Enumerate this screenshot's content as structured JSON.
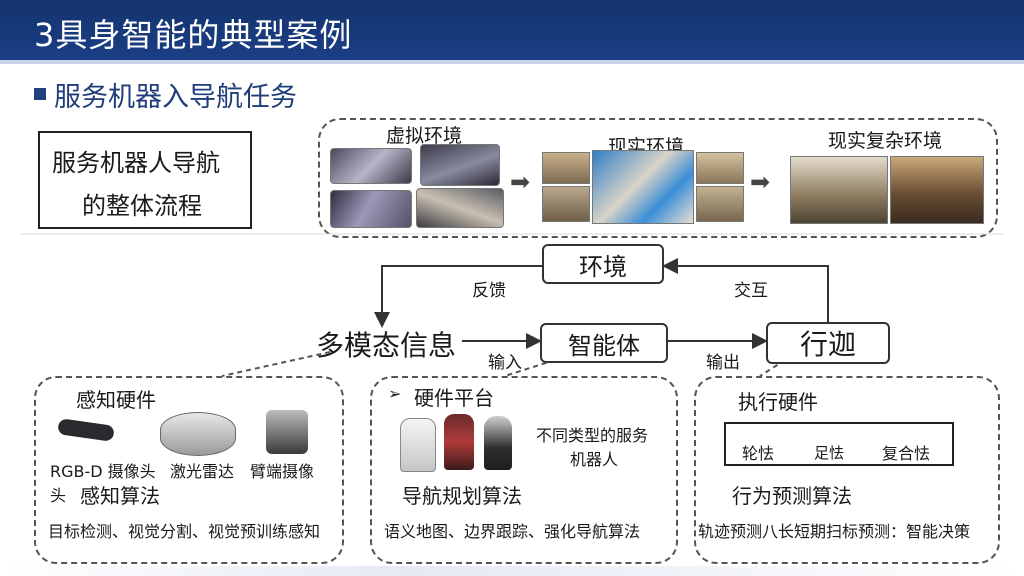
{
  "header": {
    "title": "3具身智能的典型案例",
    "title_bg": "#1b3f85"
  },
  "section": {
    "heading": "服务机器入导航任务"
  },
  "overview_box": {
    "line1": "服务机器人导航",
    "line2": "的整体流程"
  },
  "environments": {
    "virtual": "虚拟环境",
    "real": "现实环境",
    "complex": "现实复杂环境"
  },
  "flow": {
    "environment": "环境",
    "feedback": "反馈",
    "interact": "交互",
    "multimodal": "多模态信息",
    "input": "输入",
    "agent": "智能体",
    "output": "输出",
    "action": "行迦"
  },
  "perception": {
    "title": "感知硬件",
    "rgbd_1": "RGB-D 摄像头",
    "rgbd_2": "头",
    "lidar": "激光雷达",
    "arm_cam": "臂端摄像",
    "algo_title": "感知算法",
    "algo_list": "目标检测、视觉分割、视觉预训练感知"
  },
  "platform": {
    "arrow": "➢",
    "title": "硬件平台",
    "robot_types_1": "不同类型的服务",
    "robot_types_2": "机器人",
    "algo_title": "导航规划算法",
    "algo_list": "语义地图、边界跟踪、强化导航算法"
  },
  "execution": {
    "title": "执行硬件",
    "wheel": "轮怯",
    "foot": "足怯",
    "hybrid": "复合怯",
    "algo_title": "行为预测算法",
    "algo_list": "轨迹预测八长短期扫标预测：智能决策"
  }
}
